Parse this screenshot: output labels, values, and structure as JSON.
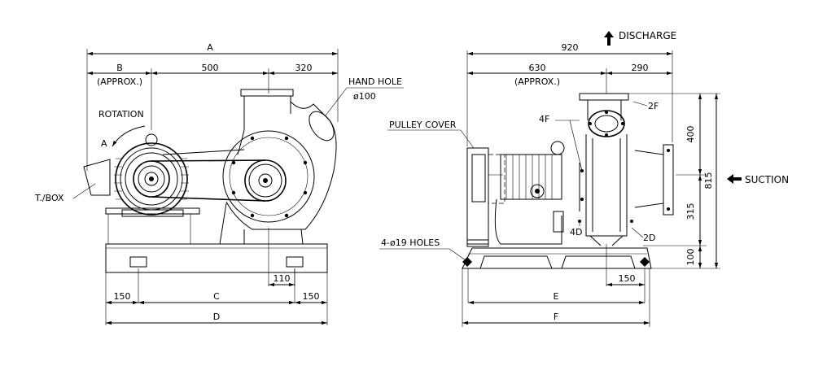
{
  "left_view": {
    "dims": {
      "A": "A",
      "B": "B",
      "approx": "(APPROX.)",
      "d500": "500",
      "d320": "320",
      "d110": "110",
      "d150_left": "150",
      "C": "C",
      "d150_right": "150",
      "D": "D"
    },
    "labels": {
      "hand_hole": "HAND HOLE",
      "hand_hole_dia": "ø100",
      "rotation": "ROTATION",
      "tbox": "T./BOX"
    }
  },
  "right_view": {
    "dims": {
      "d920": "920",
      "d630": "630",
      "approx": "(APPROX.)",
      "d290": "290",
      "d400": "400",
      "d815": "815",
      "d315": "315",
      "d100": "100",
      "d150": "150",
      "E": "E",
      "F": "F"
    },
    "labels": {
      "discharge": "DISCHARGE",
      "suction": "SUCTION",
      "pulley_cover": "PULLEY COVER",
      "holes": "4-ø19 HOLES",
      "f4": "4F",
      "f2": "2F",
      "d4": "4D",
      "d2": "2D"
    }
  }
}
